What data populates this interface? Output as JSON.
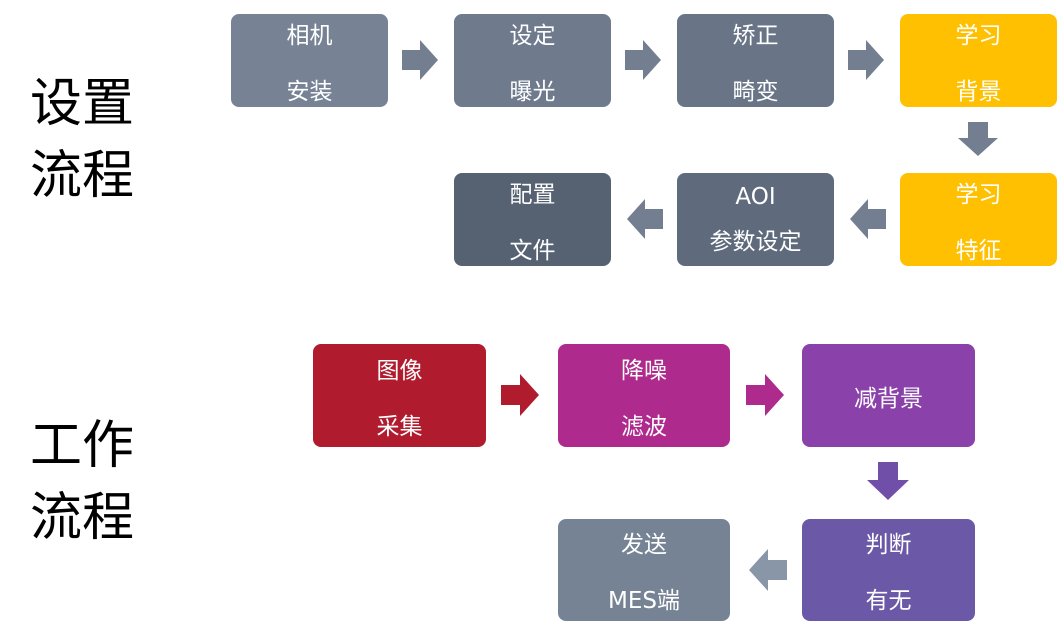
{
  "setup": {
    "title_line1": "设置",
    "title_line2": "流程",
    "steps": {
      "camera": [
        "相机",
        "安装"
      ],
      "exposure": [
        "设定",
        "曝光"
      ],
      "distort": [
        "矫正",
        "畸变"
      ],
      "learnbg": [
        "学习",
        "背景"
      ],
      "learnft": [
        "学习",
        "特征"
      ],
      "aoi": [
        "AOI",
        "参数设定"
      ],
      "config": [
        "配置",
        "文件"
      ]
    }
  },
  "work": {
    "title_line1": "工作",
    "title_line2": "流程",
    "steps": {
      "capture": [
        "图像",
        "采集"
      ],
      "denoise": [
        "降噪",
        "滤波"
      ],
      "subbg": [
        "减背景"
      ],
      "judge": [
        "判断",
        "有无"
      ],
      "send": [
        "发送",
        "MES端"
      ]
    }
  },
  "colors": {
    "setup_arrow": "#737f91",
    "capture_arrow": "#b01c2e",
    "denoise_arrow": "#ae2b8d",
    "subbg_arrow": "#6f4fa8",
    "judge_arrow": "#8896a8",
    "learn_yellow": "#fec000"
  }
}
